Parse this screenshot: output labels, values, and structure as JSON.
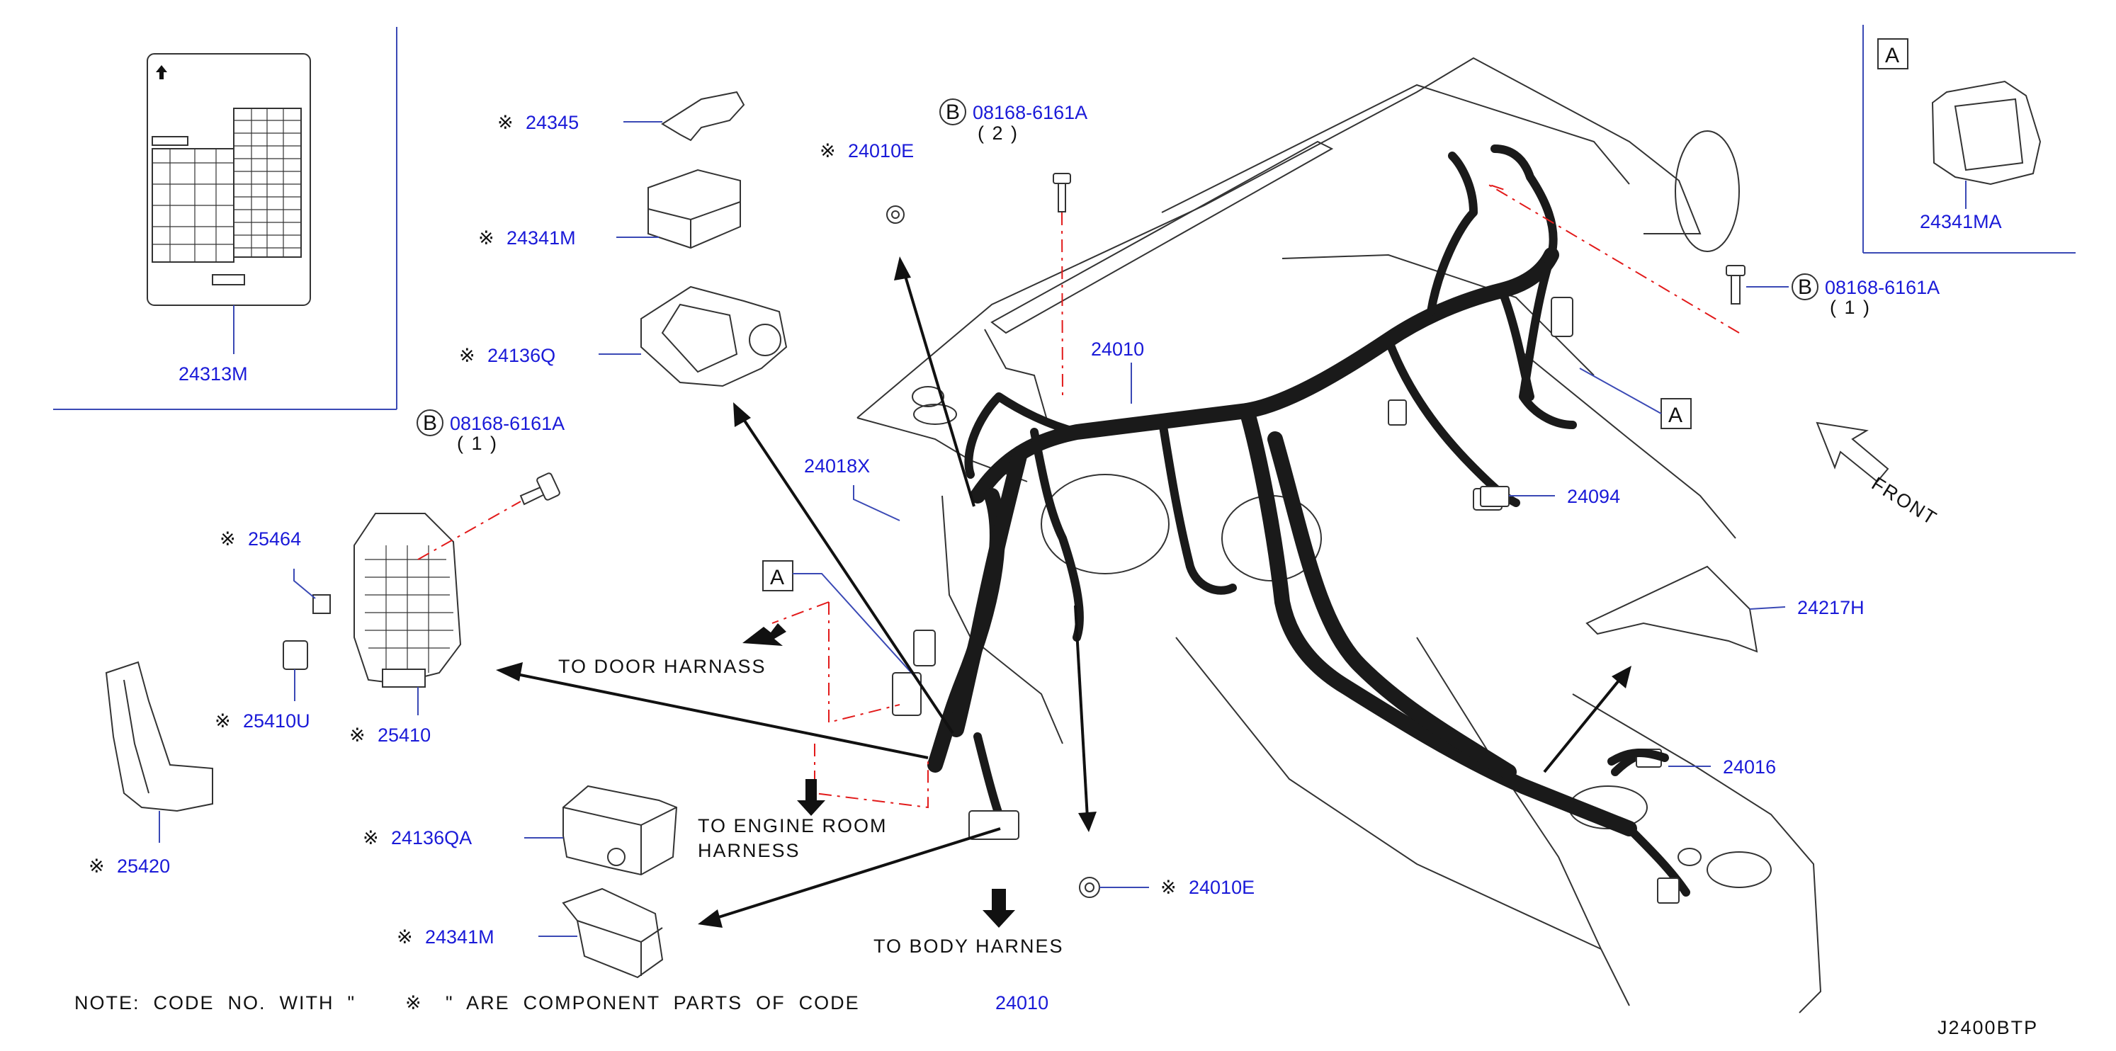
{
  "diagram_code": "J2400BTP",
  "note": {
    "prefix": "NOTE:  CODE  NO.  WITH  \"",
    "mark": "※",
    "suffix": "  \"  ARE  COMPONENT  PARTS  OF  CODE",
    "code": "24010"
  },
  "front_label": "FRONT",
  "mark": "※",
  "directions": {
    "door": "TO  DOOR  HARNASS",
    "engine_line1": "TO  ENGINE  ROOM",
    "engine_line2": "HARNESS",
    "body": "TO  BODY  HARNES"
  },
  "callouts": {
    "a_main": "A",
    "a_right": "A",
    "a_inset": "A",
    "b1": "B",
    "b2": "B",
    "b3": "B"
  },
  "parts": {
    "p24313M": "24313M",
    "p24345": "24345",
    "p24341M_top": "24341M",
    "p24136Q": "24136Q",
    "p24010E_top": "24010E",
    "bolt_top_code": "08168-6161A",
    "bolt_top_qty": "( 2 )",
    "bolt_left_code": "08168-6161A",
    "bolt_left_qty": "( 1 )",
    "bolt_right_code": "08168-6161A",
    "bolt_right_qty": "( 1 )",
    "p24010": "24010",
    "p24018X": "24018X",
    "p24341MA": "24341MA",
    "p24094": "24094",
    "p24217H": "24217H",
    "p24016": "24016",
    "p24010E_bottom": "24010E",
    "p25464": "25464",
    "p25410U": "25410U",
    "p25410": "25410",
    "p25420": "25420",
    "p24136QA": "24136QA",
    "p24341M_bottom": "24341M"
  },
  "colors": {
    "part_number": "#1a1ad8",
    "leader": "#3a49b5",
    "harness": "#1a1a1a",
    "phantom_line": "#e21a1a"
  }
}
